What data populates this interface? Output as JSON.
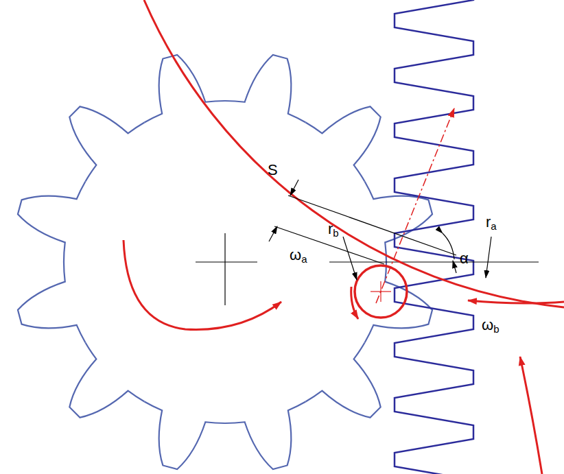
{
  "diagram": {
    "labels": [
      "S",
      "α",
      "ra",
      "rb",
      "ωa",
      "ωb"
    ]
  }
}
